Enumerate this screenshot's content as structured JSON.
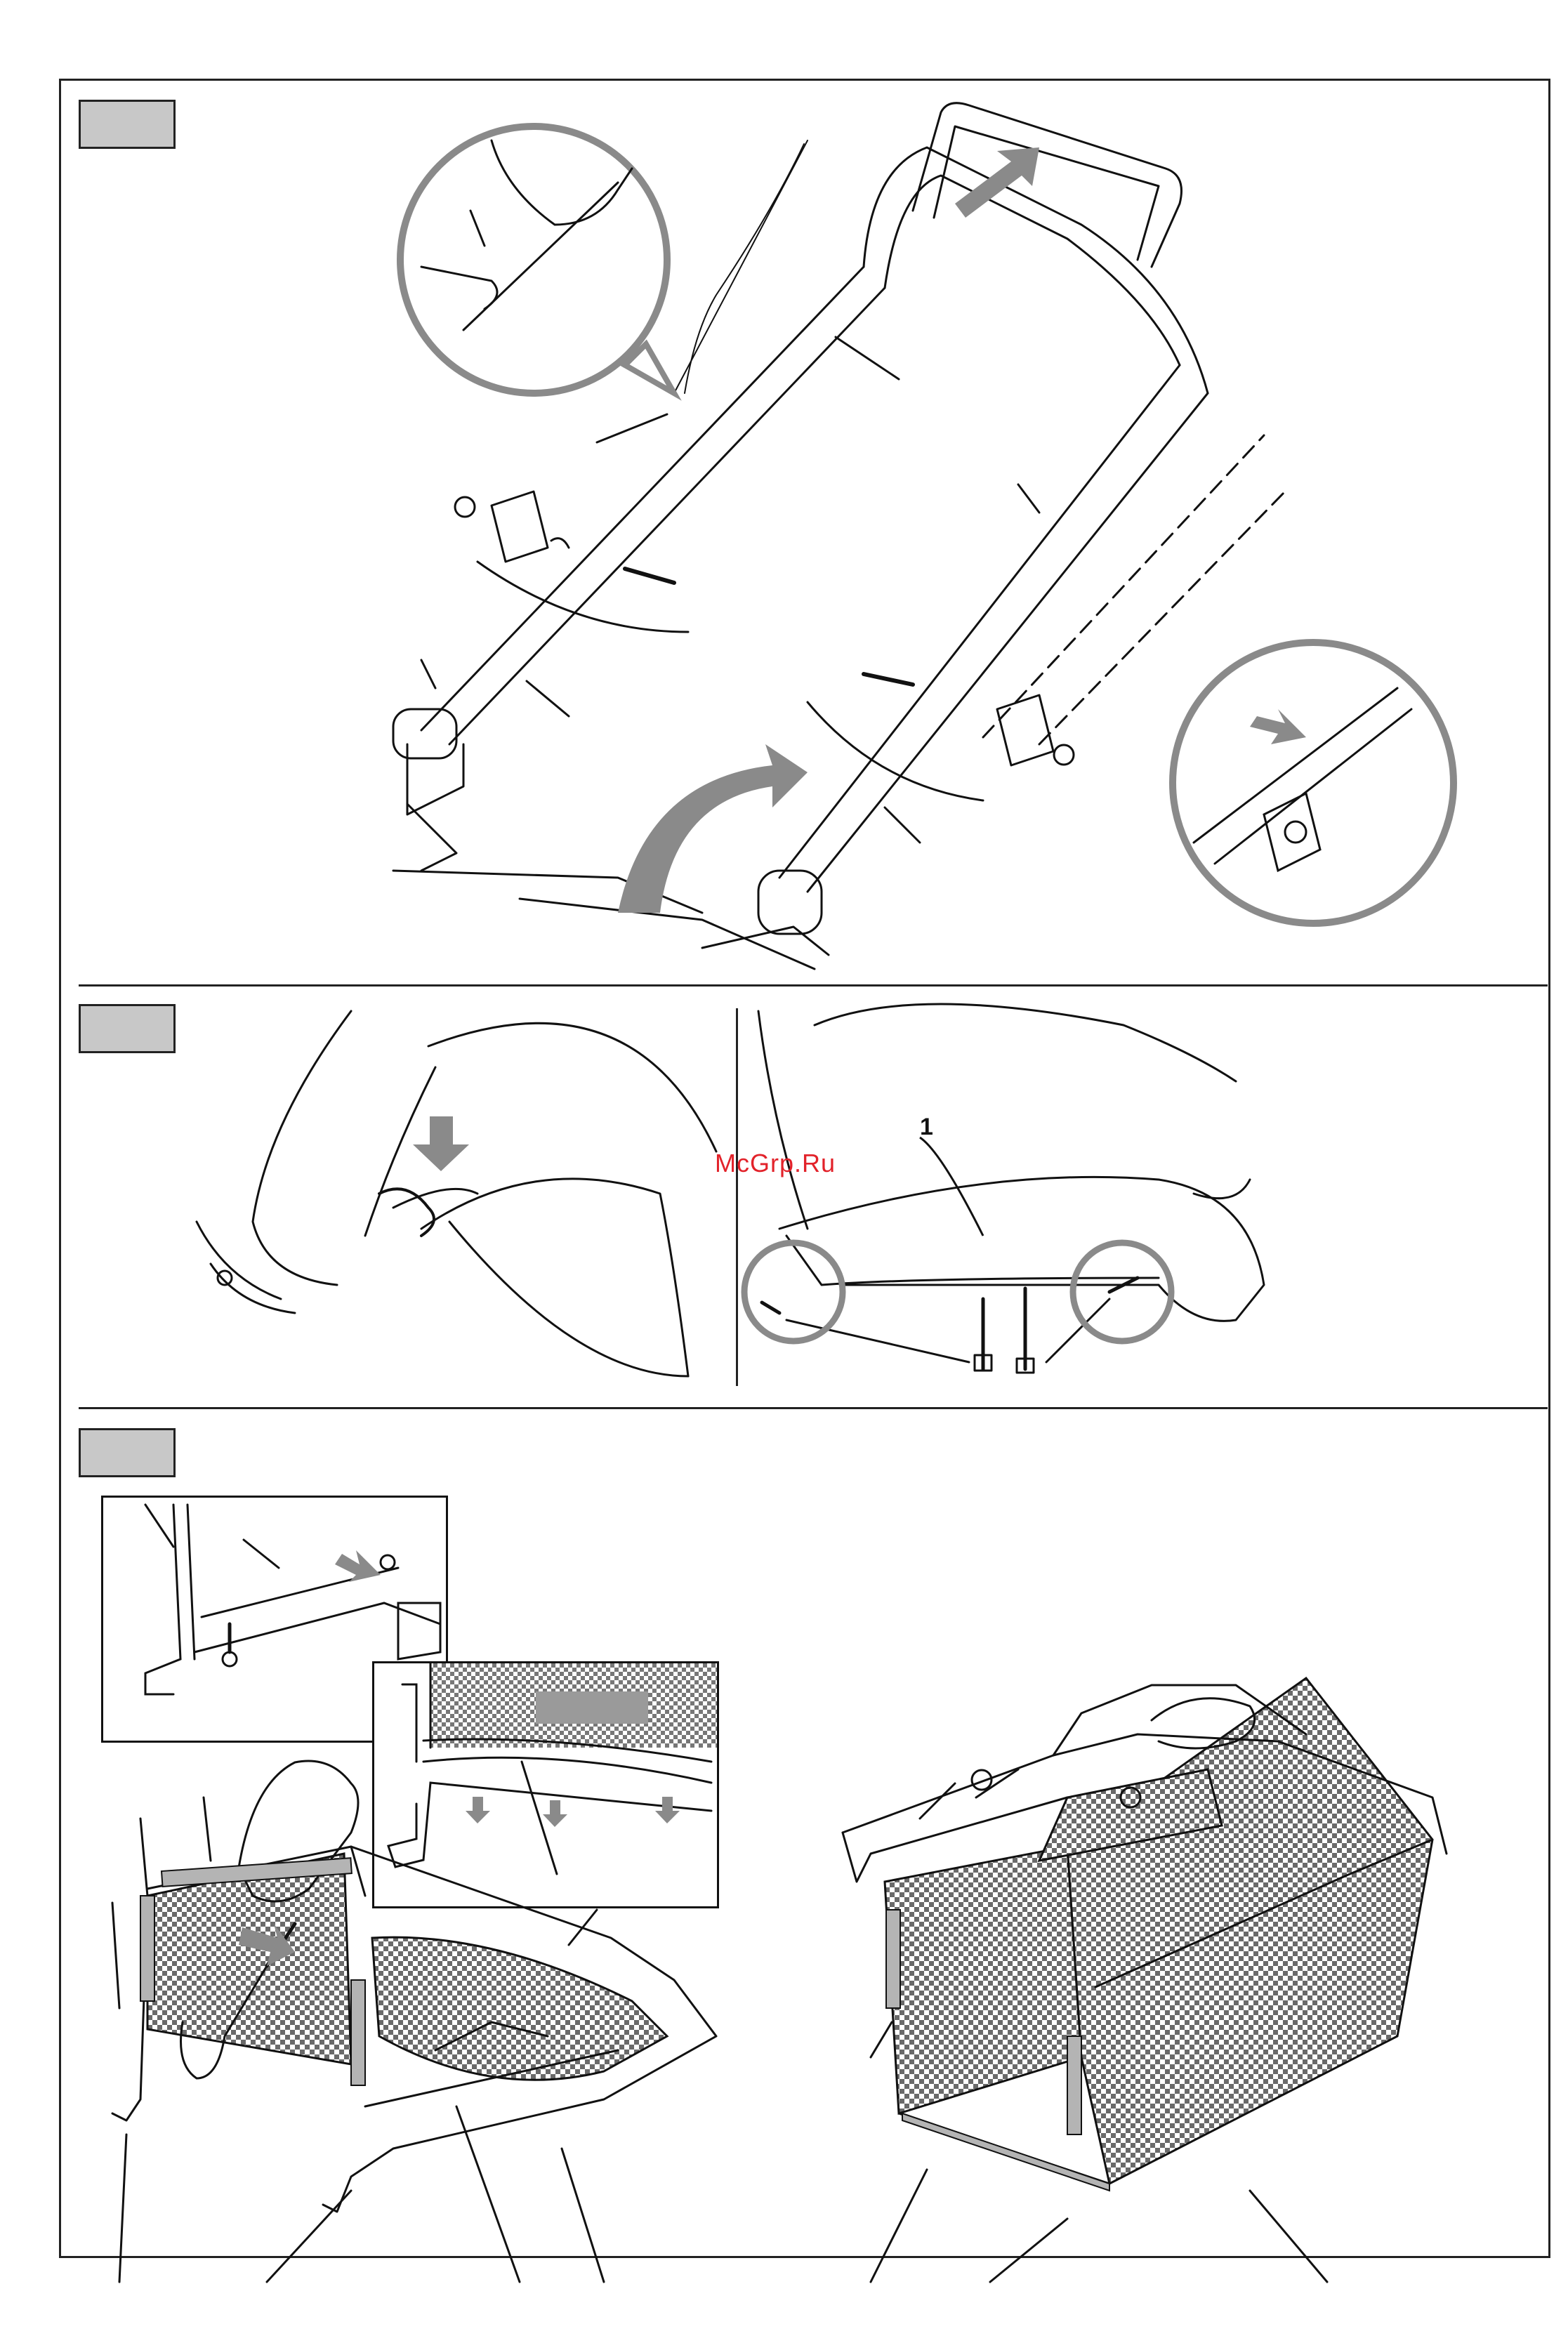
{
  "watermark": "McGrp.Ru",
  "panels": [
    {
      "id": "step-1",
      "label": ""
    },
    {
      "id": "step-2",
      "label": ""
    },
    {
      "id": "step-3",
      "label": ""
    }
  ],
  "callouts": {
    "part_1": "1"
  },
  "colors": {
    "line": "#111111",
    "step_box": "#c8c8c8",
    "highlight_circle": "#8a8a8a",
    "arrow": "#8a8a8a",
    "watermark": "#e2222a"
  },
  "icons": [
    "assembly-arrow-icon",
    "magnifier-circle-icon",
    "screw-icon",
    "bolt-icon",
    "nut-icon"
  ]
}
